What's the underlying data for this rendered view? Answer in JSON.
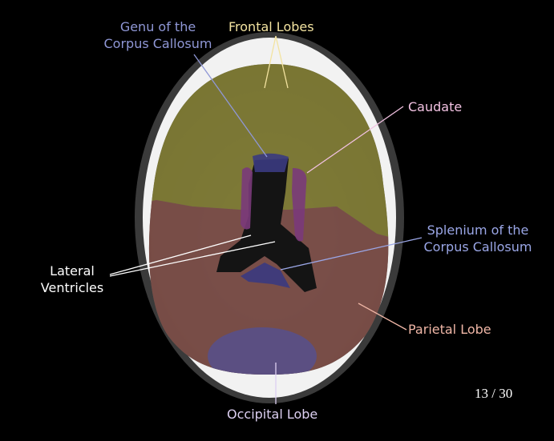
{
  "labels": {
    "genu": "Genu of the Corpus Callosum",
    "genu_l1": "Genu of the",
    "genu_l2": "Corpus Callosum",
    "frontal": "Frontal Lobes",
    "caudate": "Caudate",
    "splenium_l1": "Splenium of the",
    "splenium_l2": "Corpus Callosum",
    "lateral_l1": "Lateral",
    "lateral_l2": "Ventricles",
    "parietal": "Parietal Lobe",
    "occipital": "Occipital Lobe"
  },
  "colors": {
    "genu": "#8f97d6",
    "frontal": "#f3e3a0",
    "caudate": "#f2c2e2",
    "splenium": "#9aa6e6",
    "lateral": "#ffffff",
    "parietal": "#efb6a6",
    "occipital": "#ddd0f2"
  },
  "slide": {
    "current": 13,
    "total": 30,
    "counter": "13 / 30"
  }
}
